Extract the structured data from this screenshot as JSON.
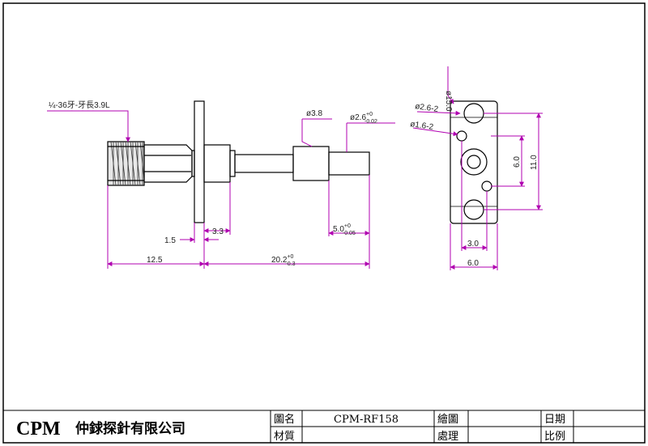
{
  "dimensions": {
    "thread": "¼-36牙-牙長3.9L",
    "thread_frac": "¼",
    "thread_rest": "-36牙-牙長3.9L",
    "dia_3_8": "ø3.8",
    "dia_2_6_main": "ø2.6",
    "dia_2_6_tol_top": "+0",
    "dia_2_6_tol_bot": "-0.02",
    "dim_1_5": "1.5",
    "dim_3_3": "3.3",
    "dim_5_0_main": "5.0",
    "dim_5_0_tol_top": "+0",
    "dim_5_0_tol_bot": "-0.05",
    "dim_12_5": "12.5",
    "dim_20_2_main": "20.2",
    "dim_20_2_tol_top": "+0",
    "dim_20_2_tol_bot": "-0.3",
    "flange_dia_15": "ø15.0",
    "holes_2_6": "ø2.6-2",
    "holes_1_6": "ø1.6-2",
    "flange_6_0_v": "6.0",
    "flange_11_0": "11.0",
    "flange_3_0": "3.0",
    "flange_6_0_h": "6.0"
  },
  "title_block": {
    "company_latin": "CPM",
    "company_cn": "仲銶探針有限公司",
    "drawing_name_label": "圖名",
    "drawing_name_value": "CPM-RF158",
    "drawn_label": "繪圖",
    "date_label": "日期",
    "material_label": "材質",
    "process_label": "處理",
    "scale_label": "比例"
  },
  "colors": {
    "dimension_line": "#b000b0",
    "outline": "#000000",
    "thread_fill": "#e8e8e8"
  }
}
